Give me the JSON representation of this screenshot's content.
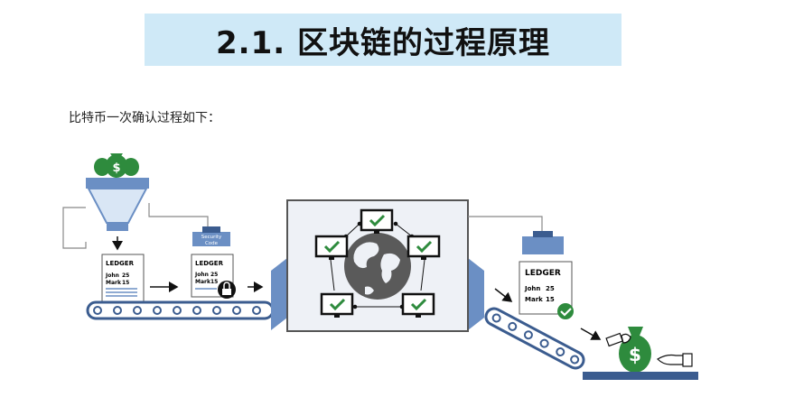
{
  "slide": {
    "title": "2.1. 区块链的过程原理",
    "subtitle": "比特币一次确认过程如下："
  },
  "diagram": {
    "ledger_heading": "LEDGER",
    "entries": [
      {
        "name": "John",
        "amount": "25"
      },
      {
        "name": "Mark",
        "amount": "15"
      }
    ],
    "security_code_label": [
      "Security",
      "Code"
    ],
    "currency_symbol": "$",
    "colors": {
      "accent_green": "#2e8b3d",
      "machine_blue": "#6b8fc4",
      "frame_gray": "#eef1f6",
      "belt_border": "#3b5c8f"
    }
  }
}
